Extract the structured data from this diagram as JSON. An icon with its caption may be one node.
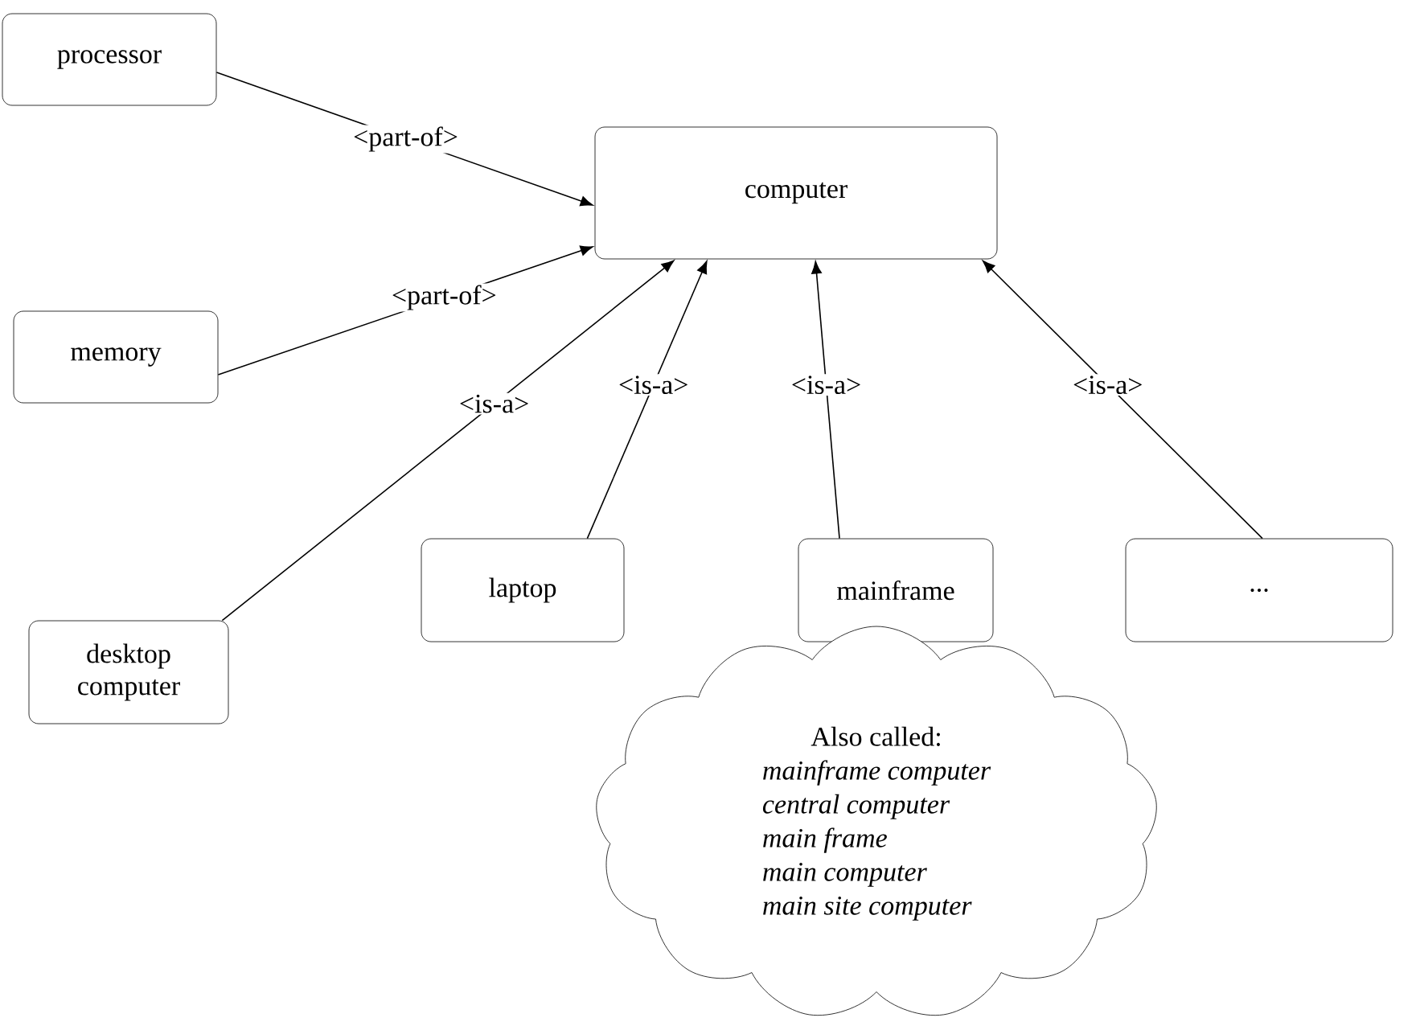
{
  "diagram": {
    "nodes": [
      {
        "text": [
          "processor"
        ]
      },
      {
        "text": [
          "computer"
        ]
      },
      {
        "text": [
          "memory"
        ]
      },
      {
        "text": [
          "desktop computer"
        ]
      },
      {
        "text": [
          "laptop"
        ]
      },
      {
        "text": [
          "mainframe"
        ]
      },
      {
        "text": [
          "..."
        ]
      },
      {
        "text": [
          "Also called:",
          "mainframe computer",
          "central computer",
          "main frame",
          "main computer",
          "main site computer"
        ]
      }
    ],
    "edges": [
      {
        "from": 0,
        "to": 1,
        "arrow": "to",
        "label": "<part-of>"
      },
      {
        "from": 2,
        "to": 1,
        "arrow": "to",
        "label": "<part-of>"
      },
      {
        "from": 3,
        "to": 1,
        "arrow": "to",
        "label": "<is-a>"
      },
      {
        "from": 4,
        "to": 1,
        "arrow": "to",
        "label": "<is-a>"
      },
      {
        "from": 5,
        "to": 1,
        "arrow": "to",
        "label": "<is-a>"
      },
      {
        "from": 6,
        "to": 1,
        "arrow": "to",
        "label": "<is-a>"
      }
    ]
  }
}
